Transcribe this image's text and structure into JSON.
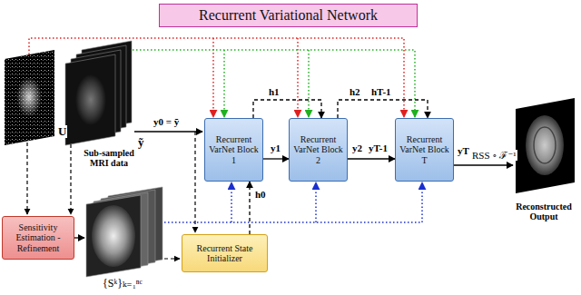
{
  "diagram": {
    "title": "Recurrent Variational Network",
    "nodes": [
      {
        "text": [
          "Sensitivity Estimation - Refinement"
        ]
      },
      {
        "text": [
          "Recurrent State Initializer"
        ]
      },
      {
        "text": [
          "Recurrent VarNet Block 1"
        ]
      },
      {
        "text": [
          "Recurrent VarNet Block 2"
        ]
      },
      {
        "text": [
          "Recurrent VarNet Block T"
        ]
      }
    ],
    "edges": [
      {
        "from": 1,
        "to": 2,
        "arrow": "to",
        "label": "h0"
      },
      {
        "from": 2,
        "to": 3,
        "arrow": "to",
        "label": "y1"
      },
      {
        "from": 2,
        "to": 3,
        "arrow": "to",
        "label": "h1"
      },
      {
        "from": 3,
        "to": 4,
        "arrow": "to",
        "label": "y2"
      },
      {
        "from": 3,
        "to": 4,
        "arrow": "to",
        "label": "h2"
      }
    ],
    "labels": [
      "U",
      "ỹ",
      "Sub-sampled MRI data",
      "{Sᵏ}ₖ₌₁ⁿᶜ",
      "y0 = ỹ",
      "yT-1",
      "hT-1",
      "yT",
      "RSS ∘ ℱ⁻¹",
      "Reconstructed Output"
    ]
  }
}
